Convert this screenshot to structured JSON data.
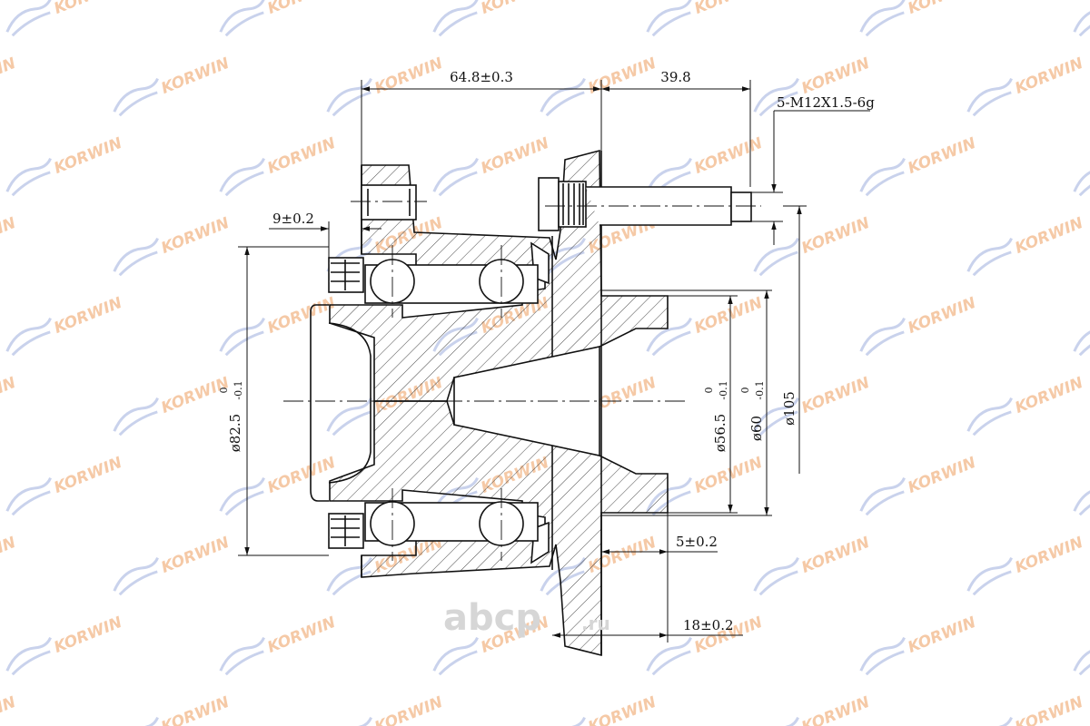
{
  "colors": {
    "line": "#111111",
    "watermark_text": "#f5c9a6",
    "watermark_swoosh": "#c9d2ec",
    "stamp": "#d6d6d6"
  },
  "watermark": {
    "text": "KORWIN",
    "icon": "car-swoosh-icon"
  },
  "stamp": {
    "main": "abcp",
    "suffix": ".ru"
  },
  "dimensions": {
    "overall_length": "64.8±0.3",
    "stud_length": "39.8",
    "thread": "5-M12X1.5-6g",
    "seat_width": "9±0.2",
    "dia_82_main": "ø82.5",
    "dia_82_tol": "-0.1",
    "dia_82_zero": "0",
    "dia_56_main": "ø56.5",
    "dia_56_tol": "-0.1",
    "dia_56_zero": "0",
    "dia_60_main": "ø60",
    "dia_60_tol": "-0.1",
    "dia_60_zero": "0",
    "dia_105": "ø105",
    "pilot_depth": "5±0.2",
    "flange_thickness": "18±0.2"
  }
}
